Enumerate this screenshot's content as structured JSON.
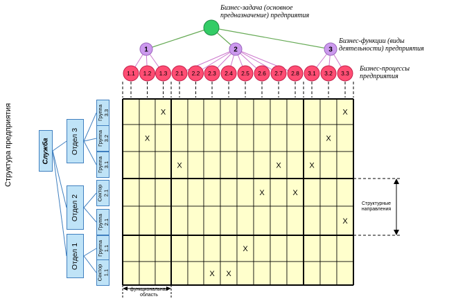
{
  "annotations": {
    "task": "Бизнес-задача (основное\nпредназначение) предприятия",
    "functions": "Бизнес-функции (виды\nдеятельности) предприятия",
    "processes": "Бизнес-процессы\nпредприятия"
  },
  "structure_label": "Структура предприятия",
  "functions": [
    "1",
    "2",
    "3"
  ],
  "processes": [
    "1.1",
    "1.2",
    "1.3",
    "2.1",
    "2.2",
    "2.3",
    "2.4",
    "2.5",
    "2.6",
    "2.7",
    "2.8",
    "3.1",
    "3.2",
    "3.3"
  ],
  "process_parent": [
    0,
    0,
    0,
    1,
    1,
    1,
    1,
    1,
    1,
    1,
    1,
    2,
    2,
    2
  ],
  "service": "Служба",
  "departments": [
    "Отдел 3",
    "Отдел 2",
    "Отдел 1"
  ],
  "groups": [
    "Группа\n3.3",
    "Группа\n3.2",
    "Группа\n3.1",
    "Сектор\n2.1",
    "Группа\n2.1",
    "Группа\n1.1",
    "Сектор\n1.1"
  ],
  "group_parent": [
    0,
    0,
    0,
    1,
    1,
    2,
    2
  ],
  "marks": [
    [
      0,
      13
    ],
    [
      0,
      2
    ],
    [
      1,
      1
    ],
    [
      1,
      12
    ],
    [
      2,
      3
    ],
    [
      2,
      9
    ],
    [
      2,
      11
    ],
    [
      3,
      8
    ],
    [
      3,
      10
    ],
    [
      4,
      13
    ],
    [
      5,
      7
    ],
    [
      6,
      5
    ],
    [
      6,
      6
    ]
  ],
  "mark_symbol": "X",
  "functional_area_label": "функциональная\nобласть",
  "structural_label": "Структурные\nнаправления",
  "colors": {
    "root": "#33cc66",
    "function": "#cc99ee",
    "process": "#ff4d73",
    "cell": "#ffffcc",
    "org_fill": "#bfe3f7",
    "org_border": "#3f7fbf",
    "tree_line": "#66aa55"
  }
}
